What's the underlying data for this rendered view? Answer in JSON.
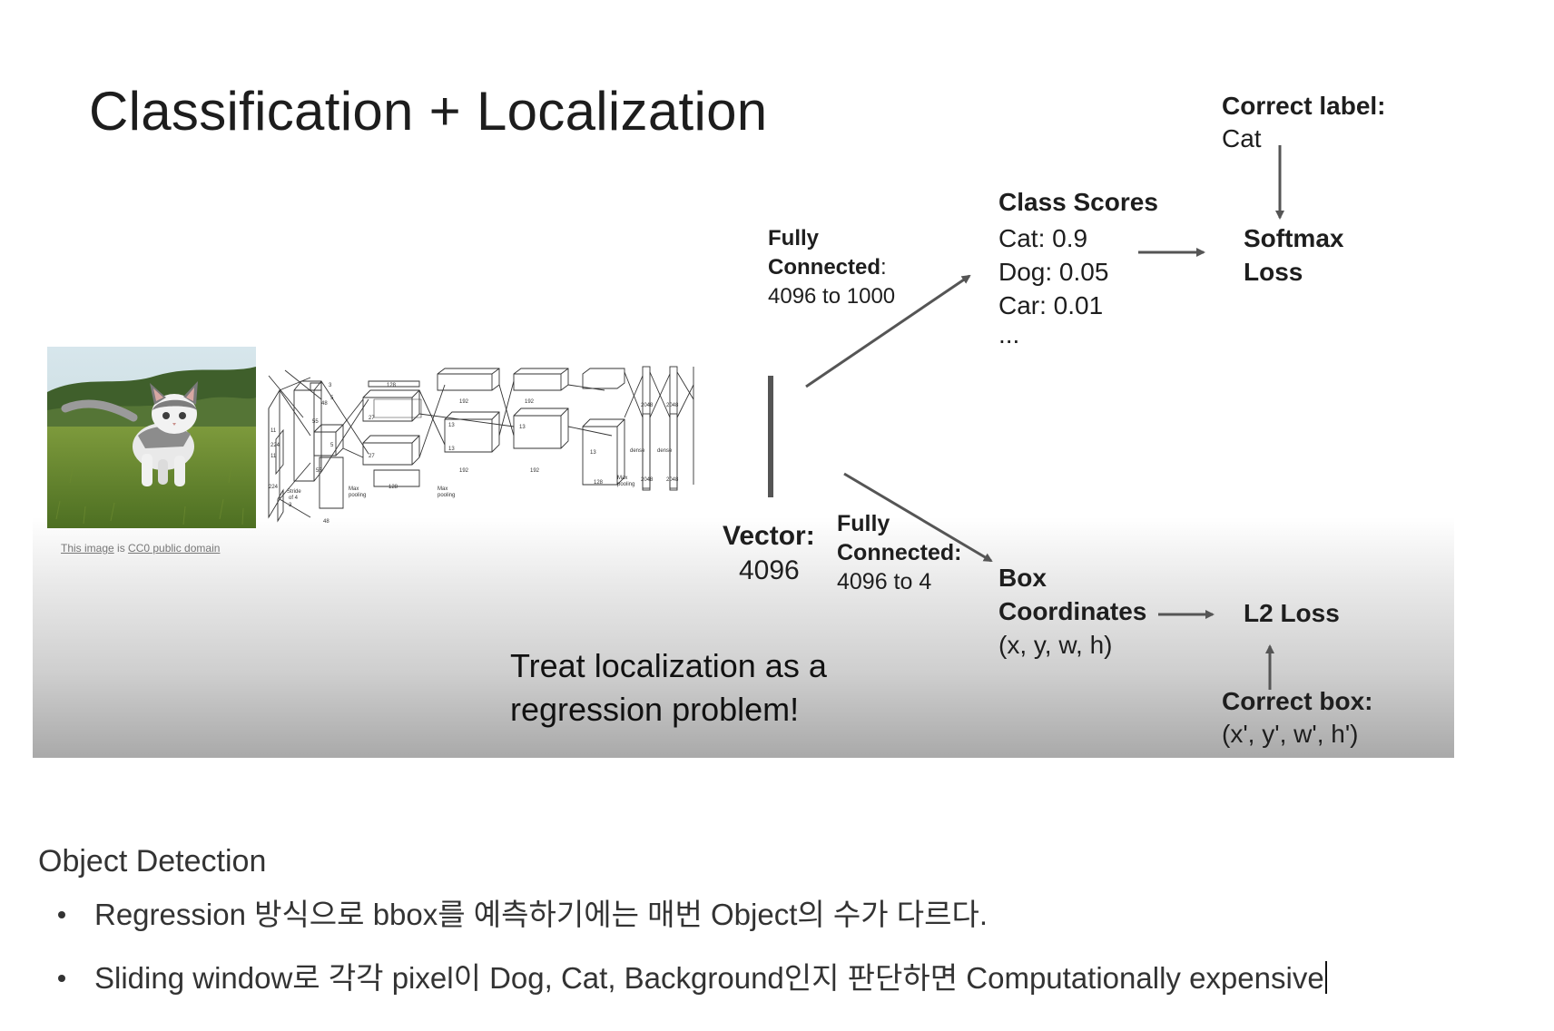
{
  "slide": {
    "title": "Classification + Localization",
    "image_credit": {
      "link1": "This image",
      "mid": " is ",
      "link2": "CC0 public domain"
    },
    "cnn_labels": {
      "stride": "Stride",
      "of4": "of 4",
      "max_pooling": "Max",
      "pooling": "pooling",
      "dense": "dense",
      "n48": "48",
      "n128": "128",
      "n192": "192",
      "n2048": "2048",
      "n224": "224",
      "n55": "55",
      "n27": "27",
      "n13": "13",
      "n3": "3",
      "n11": "11",
      "n5": "5"
    },
    "fc_top": {
      "line1": "Fully",
      "line2": "Connected",
      "colon": ":",
      "line3": "4096 to 1000"
    },
    "fc_bottom": {
      "line1": "Fully",
      "line2": "Connected:",
      "line3": "4096 to 4"
    },
    "vector": {
      "label": "Vector:",
      "value": "4096"
    },
    "class_scores": {
      "title": "Class Scores",
      "items": [
        "Cat: 0.9",
        "Dog: 0.05",
        "Car: 0.01",
        "..."
      ]
    },
    "correct_label": {
      "title": "Correct label:",
      "value": "Cat"
    },
    "softmax": {
      "line1": "Softmax",
      "line2": "Loss"
    },
    "box_coords": {
      "line1": "Box",
      "line2": "Coordinates",
      "line3": "(x, y, w, h)"
    },
    "l2": {
      "label": "L2 Loss"
    },
    "correct_box": {
      "title": "Correct box:",
      "value": "(x', y', w', h')"
    },
    "treat": {
      "line1": "Treat localization as a",
      "line2": "regression problem!"
    }
  },
  "doc": {
    "heading": "Object Detection",
    "bullets": [
      "Regression 방식으로 bbox를 예측하기에는 매번 Object의 수가 다르다.",
      "Sliding window로 각각 pixel이 Dog, Cat, Background인지 판단하면 Computationally expensive"
    ]
  },
  "colors": {
    "arrow": "#555555",
    "text": "#1e1e1e",
    "doc_text": "#333333"
  }
}
